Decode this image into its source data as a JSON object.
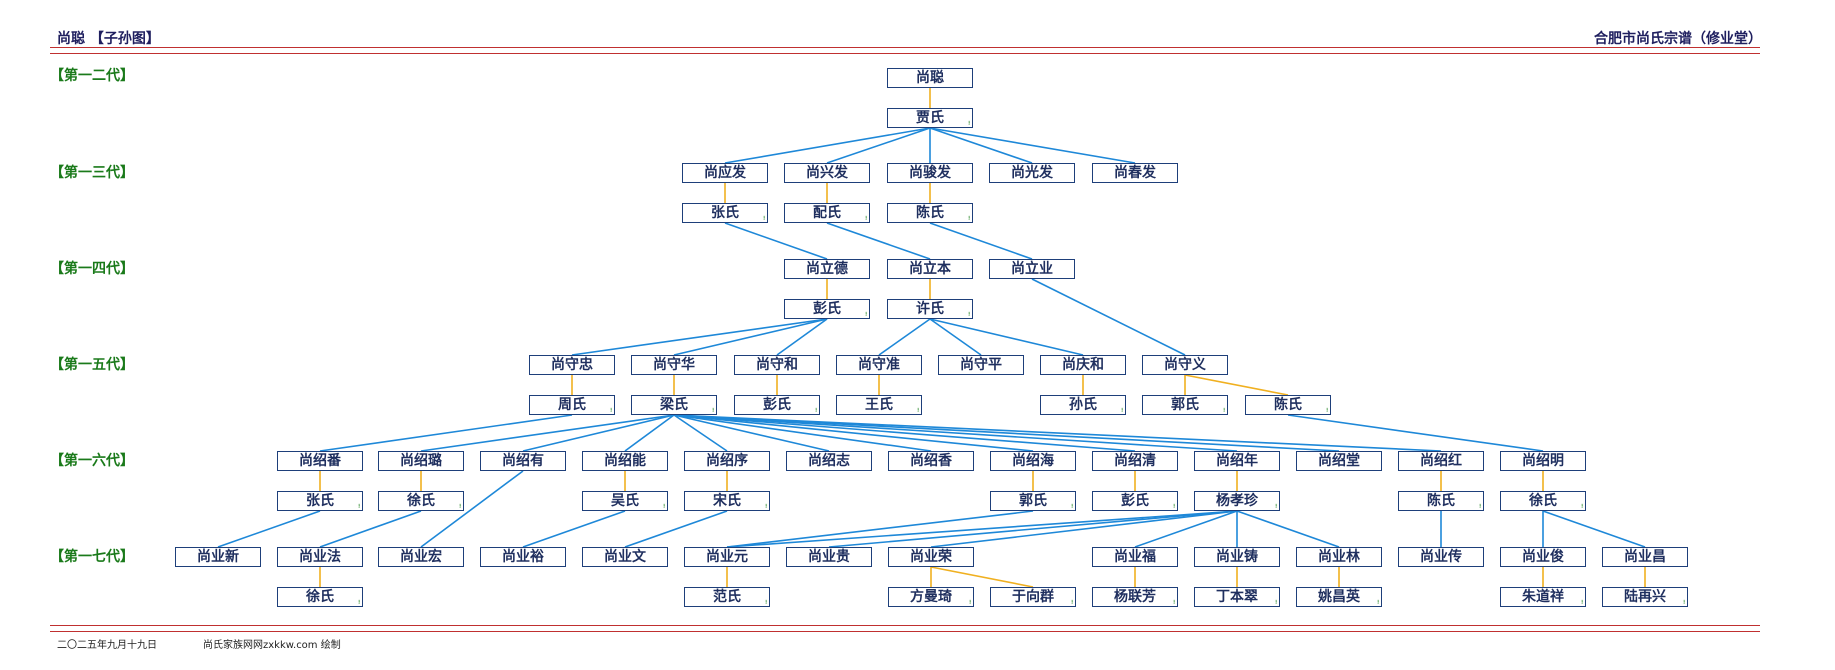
{
  "header": {
    "title": "尚聪 【子孙图】",
    "right_title": "合肥市尚氏宗谱（修业堂）"
  },
  "generations": [
    "【第一二代】",
    "【第一三代】",
    "【第一四代】",
    "【第一五代】",
    "【第一六代】",
    "【第一七代】"
  ],
  "footer": {
    "date": "二〇二五年九月十九日",
    "site": "尚氏家族网网zxkkw.com 绘制"
  },
  "spouse_mark": "፧",
  "nodes": [
    {
      "id": "n1",
      "name": "尚聪"
    },
    {
      "id": "n2",
      "name": "贾氏",
      "spouse": true
    },
    {
      "id": "n3",
      "name": "尚应发"
    },
    {
      "id": "n4",
      "name": "尚兴发"
    },
    {
      "id": "n5",
      "name": "尚骏发"
    },
    {
      "id": "n6",
      "name": "尚光发"
    },
    {
      "id": "n7",
      "name": "尚春发"
    },
    {
      "id": "n8",
      "name": "张氏",
      "spouse": true
    },
    {
      "id": "n9",
      "name": "配氏",
      "spouse": true
    },
    {
      "id": "n10",
      "name": "陈氏",
      "spouse": true
    },
    {
      "id": "n11",
      "name": "尚立德"
    },
    {
      "id": "n12",
      "name": "尚立本"
    },
    {
      "id": "n13",
      "name": "尚立业"
    },
    {
      "id": "n14",
      "name": "彭氏",
      "spouse": true
    },
    {
      "id": "n15",
      "name": "许氏",
      "spouse": true
    },
    {
      "id": "n16",
      "name": "尚守忠"
    },
    {
      "id": "n17",
      "name": "尚守华"
    },
    {
      "id": "n18",
      "name": "尚守和"
    },
    {
      "id": "n19",
      "name": "尚守准"
    },
    {
      "id": "n20",
      "name": "尚守平"
    },
    {
      "id": "n21",
      "name": "尚庆和"
    },
    {
      "id": "n22",
      "name": "尚守义"
    },
    {
      "id": "n23",
      "name": "周氏",
      "spouse": true
    },
    {
      "id": "n24",
      "name": "梁氏",
      "spouse": true
    },
    {
      "id": "n25",
      "name": "彭氏",
      "spouse": true
    },
    {
      "id": "n26",
      "name": "王氏",
      "spouse": true
    },
    {
      "id": "n27",
      "name": "孙氏",
      "spouse": true
    },
    {
      "id": "n28",
      "name": "郭氏",
      "spouse": true
    },
    {
      "id": "n29",
      "name": "陈氏",
      "spouse": true
    },
    {
      "id": "n30",
      "name": "尚绍番"
    },
    {
      "id": "n31",
      "name": "尚绍璐"
    },
    {
      "id": "n32",
      "name": "尚绍有"
    },
    {
      "id": "n33",
      "name": "尚绍能"
    },
    {
      "id": "n34",
      "name": "尚绍序"
    },
    {
      "id": "n35",
      "name": "尚绍志"
    },
    {
      "id": "n36",
      "name": "尚绍香"
    },
    {
      "id": "n37",
      "name": "尚绍海"
    },
    {
      "id": "n38",
      "name": "尚绍清"
    },
    {
      "id": "n39",
      "name": "尚绍年"
    },
    {
      "id": "n40",
      "name": "尚绍堂"
    },
    {
      "id": "n41",
      "name": "尚绍红"
    },
    {
      "id": "n42",
      "name": "尚绍明"
    },
    {
      "id": "n43",
      "name": "张氏",
      "spouse": true
    },
    {
      "id": "n44",
      "name": "徐氏",
      "spouse": true
    },
    {
      "id": "n45",
      "name": "吴氏",
      "spouse": true
    },
    {
      "id": "n46",
      "name": "宋氏",
      "spouse": true
    },
    {
      "id": "n47",
      "name": "郭氏",
      "spouse": true
    },
    {
      "id": "n48",
      "name": "彭氏",
      "spouse": true
    },
    {
      "id": "n49",
      "name": "杨孝珍",
      "spouse": true
    },
    {
      "id": "n50",
      "name": "陈氏",
      "spouse": true
    },
    {
      "id": "n51",
      "name": "徐氏",
      "spouse": true
    },
    {
      "id": "n52",
      "name": "尚业新"
    },
    {
      "id": "n53",
      "name": "尚业法"
    },
    {
      "id": "n54",
      "name": "尚业宏"
    },
    {
      "id": "n55",
      "name": "尚业裕"
    },
    {
      "id": "n56",
      "name": "尚业文"
    },
    {
      "id": "n57",
      "name": "尚业元"
    },
    {
      "id": "n58",
      "name": "尚业贵"
    },
    {
      "id": "n59",
      "name": "尚业荣"
    },
    {
      "id": "n60",
      "name": "尚业福"
    },
    {
      "id": "n61",
      "name": "尚业铸"
    },
    {
      "id": "n62",
      "name": "尚业林"
    },
    {
      "id": "n63",
      "name": "尚业传"
    },
    {
      "id": "n64",
      "name": "尚业俊"
    },
    {
      "id": "n65",
      "name": "尚业昌"
    },
    {
      "id": "n66",
      "name": "徐氏",
      "spouse": true
    },
    {
      "id": "n67",
      "name": "范氏",
      "spouse": true
    },
    {
      "id": "n68",
      "name": "方曼琦",
      "spouse": true
    },
    {
      "id": "n69",
      "name": "于向群",
      "spouse": true
    },
    {
      "id": "n70",
      "name": "杨联芳",
      "spouse": true
    },
    {
      "id": "n71",
      "name": "丁本翠",
      "spouse": true
    },
    {
      "id": "n72",
      "name": "姚昌英",
      "spouse": true
    },
    {
      "id": "n73",
      "name": "朱道祥",
      "spouse": true
    },
    {
      "id": "n74",
      "name": "陆再兴",
      "spouse": true
    }
  ],
  "marriages": [
    [
      "n1",
      "n2"
    ],
    [
      "n3",
      "n8"
    ],
    [
      "n4",
      "n9"
    ],
    [
      "n5",
      "n10"
    ],
    [
      "n11",
      "n14"
    ],
    [
      "n12",
      "n15"
    ],
    [
      "n16",
      "n23"
    ],
    [
      "n17",
      "n24"
    ],
    [
      "n18",
      "n25"
    ],
    [
      "n19",
      "n26"
    ],
    [
      "n21",
      "n27"
    ],
    [
      "n22",
      "n28"
    ],
    [
      "n22",
      "n29"
    ],
    [
      "n30",
      "n43"
    ],
    [
      "n31",
      "n44"
    ],
    [
      "n33",
      "n45"
    ],
    [
      "n34",
      "n46"
    ],
    [
      "n37",
      "n47"
    ],
    [
      "n38",
      "n48"
    ],
    [
      "n39",
      "n49"
    ],
    [
      "n41",
      "n50"
    ],
    [
      "n42",
      "n51"
    ],
    [
      "n53",
      "n66"
    ],
    [
      "n57",
      "n67"
    ],
    [
      "n59",
      "n68"
    ],
    [
      "n59",
      "n69"
    ],
    [
      "n60",
      "n70"
    ],
    [
      "n61",
      "n71"
    ],
    [
      "n62",
      "n72"
    ],
    [
      "n64",
      "n73"
    ],
    [
      "n65",
      "n74"
    ]
  ],
  "descents": [
    [
      "n2",
      "n3"
    ],
    [
      "n2",
      "n4"
    ],
    [
      "n2",
      "n5"
    ],
    [
      "n2",
      "n6"
    ],
    [
      "n2",
      "n7"
    ],
    [
      "n8",
      "n11"
    ],
    [
      "n9",
      "n12"
    ],
    [
      "n10",
      "n13"
    ],
    [
      "n14",
      "n16"
    ],
    [
      "n14",
      "n17"
    ],
    [
      "n14",
      "n18"
    ],
    [
      "n15",
      "n19"
    ],
    [
      "n15",
      "n20"
    ],
    [
      "n15",
      "n21"
    ],
    [
      "n13",
      "n22"
    ],
    [
      "n23",
      "n30"
    ],
    [
      "n24",
      "n31"
    ],
    [
      "n24",
      "n32"
    ],
    [
      "n24",
      "n33"
    ],
    [
      "n24",
      "n34"
    ],
    [
      "n24",
      "n35"
    ],
    [
      "n24",
      "n36"
    ],
    [
      "n24",
      "n37"
    ],
    [
      "n24",
      "n38"
    ],
    [
      "n24",
      "n39"
    ],
    [
      "n24",
      "n40"
    ],
    [
      "n24",
      "n41"
    ],
    [
      "n29",
      "n42"
    ],
    [
      "n43",
      "n52"
    ],
    [
      "n44",
      "n53"
    ],
    [
      "n32",
      "n54"
    ],
    [
      "n45",
      "n55"
    ],
    [
      "n46",
      "n56"
    ],
    [
      "n47",
      "n57"
    ],
    [
      "n49",
      "n57"
    ],
    [
      "n49",
      "n58"
    ],
    [
      "n49",
      "n59"
    ],
    [
      "n49",
      "n60"
    ],
    [
      "n49",
      "n61"
    ],
    [
      "n49",
      "n62"
    ],
    [
      "n50",
      "n63"
    ],
    [
      "n51",
      "n64"
    ],
    [
      "n51",
      "n65"
    ]
  ]
}
